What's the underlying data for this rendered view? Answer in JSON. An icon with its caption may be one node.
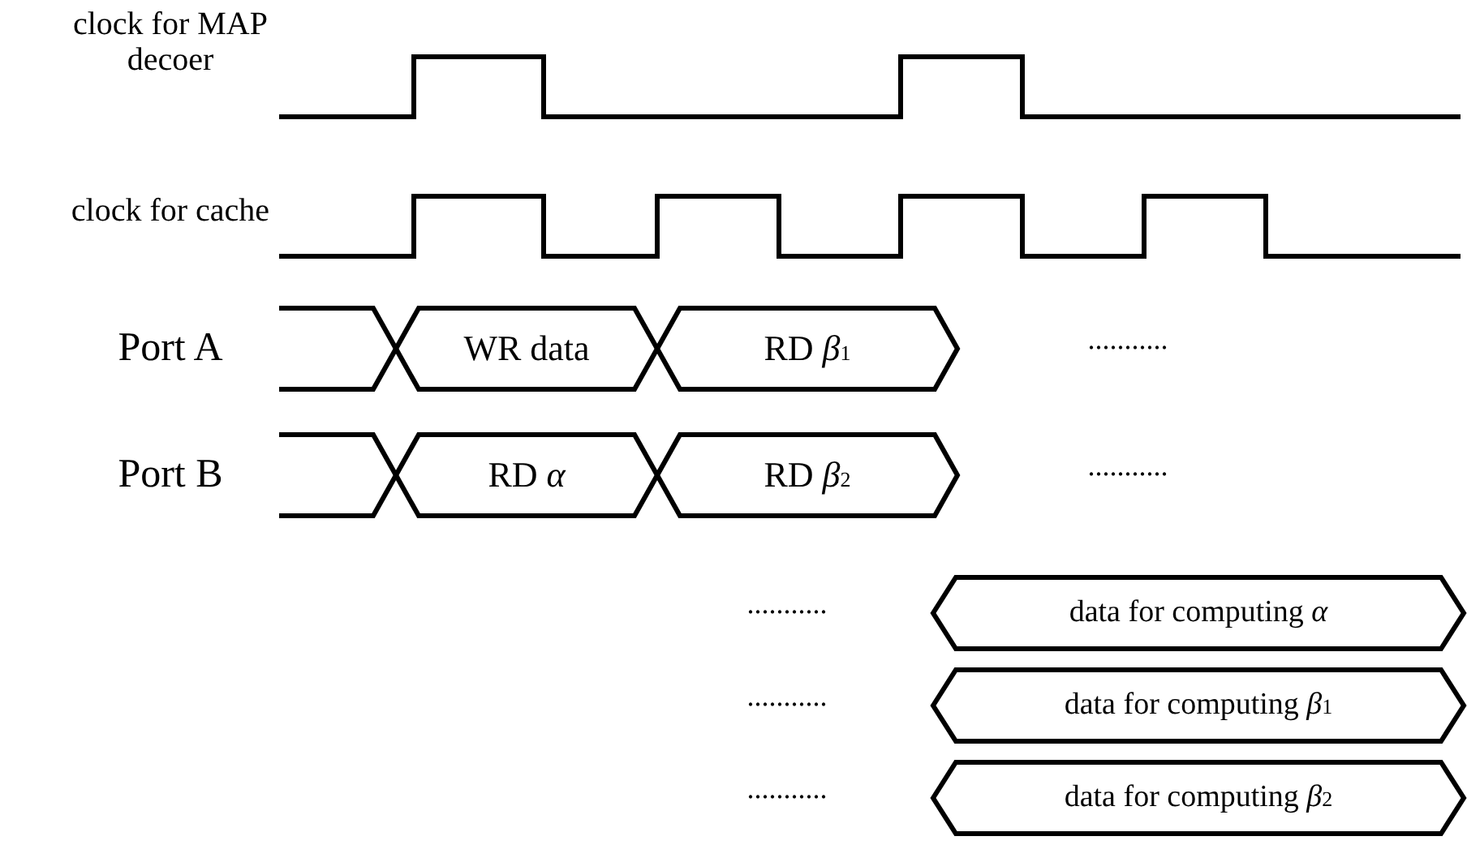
{
  "diagram": {
    "nodes": [
      {
        "text": [
          "WR data"
        ]
      },
      {
        "text": [
          "RD *β*$_{1}$"
        ]
      },
      {
        "text": [
          "RD *α*"
        ]
      },
      {
        "text": [
          "RD *β*$_{2}$"
        ]
      },
      {
        "text": [
          "data for computing *α*"
        ]
      },
      {
        "text": [
          "data for computing *β*$_{1}$"
        ]
      },
      {
        "text": [
          "data for computing *β*$_{2}$"
        ]
      }
    ],
    "labels": [
      "clock for MAP decoer",
      "clock for cache",
      "Port A",
      "...........",
      "Port B",
      "...........",
      "...........",
      "...........",
      "..........."
    ]
  }
}
